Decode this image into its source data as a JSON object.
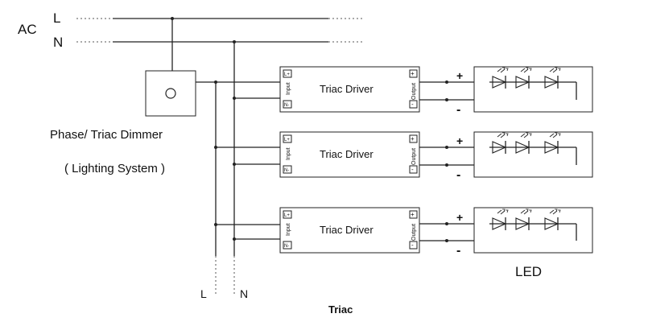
{
  "supply": {
    "ac_label": "AC",
    "line_label": "L",
    "neutral_label": "N"
  },
  "dimmer": {
    "label_line1": "Phase/ Triac Dimmer",
    "label_line2": "( Lighting System )"
  },
  "drivers": [
    {
      "title": "Triac Driver",
      "input_label": "Input",
      "output_label": "Output",
      "in_plus": "L+",
      "in_minus": "N-",
      "out_plus": "+",
      "out_minus": "-",
      "pos_sign": "+",
      "neg_sign": "-"
    },
    {
      "title": "Triac Driver",
      "input_label": "Input",
      "output_label": "Output",
      "in_plus": "L+",
      "in_minus": "N-",
      "out_plus": "+",
      "out_minus": "-",
      "pos_sign": "+",
      "neg_sign": "-"
    },
    {
      "title": "Triac Driver",
      "input_label": "Input",
      "output_label": "Output",
      "in_plus": "L+",
      "in_minus": "N-",
      "out_plus": "+",
      "out_minus": "-",
      "pos_sign": "+",
      "neg_sign": "-"
    }
  ],
  "led_label": "LED",
  "bottom": {
    "line_label": "L",
    "neutral_label": "N",
    "caption": "Triac"
  }
}
